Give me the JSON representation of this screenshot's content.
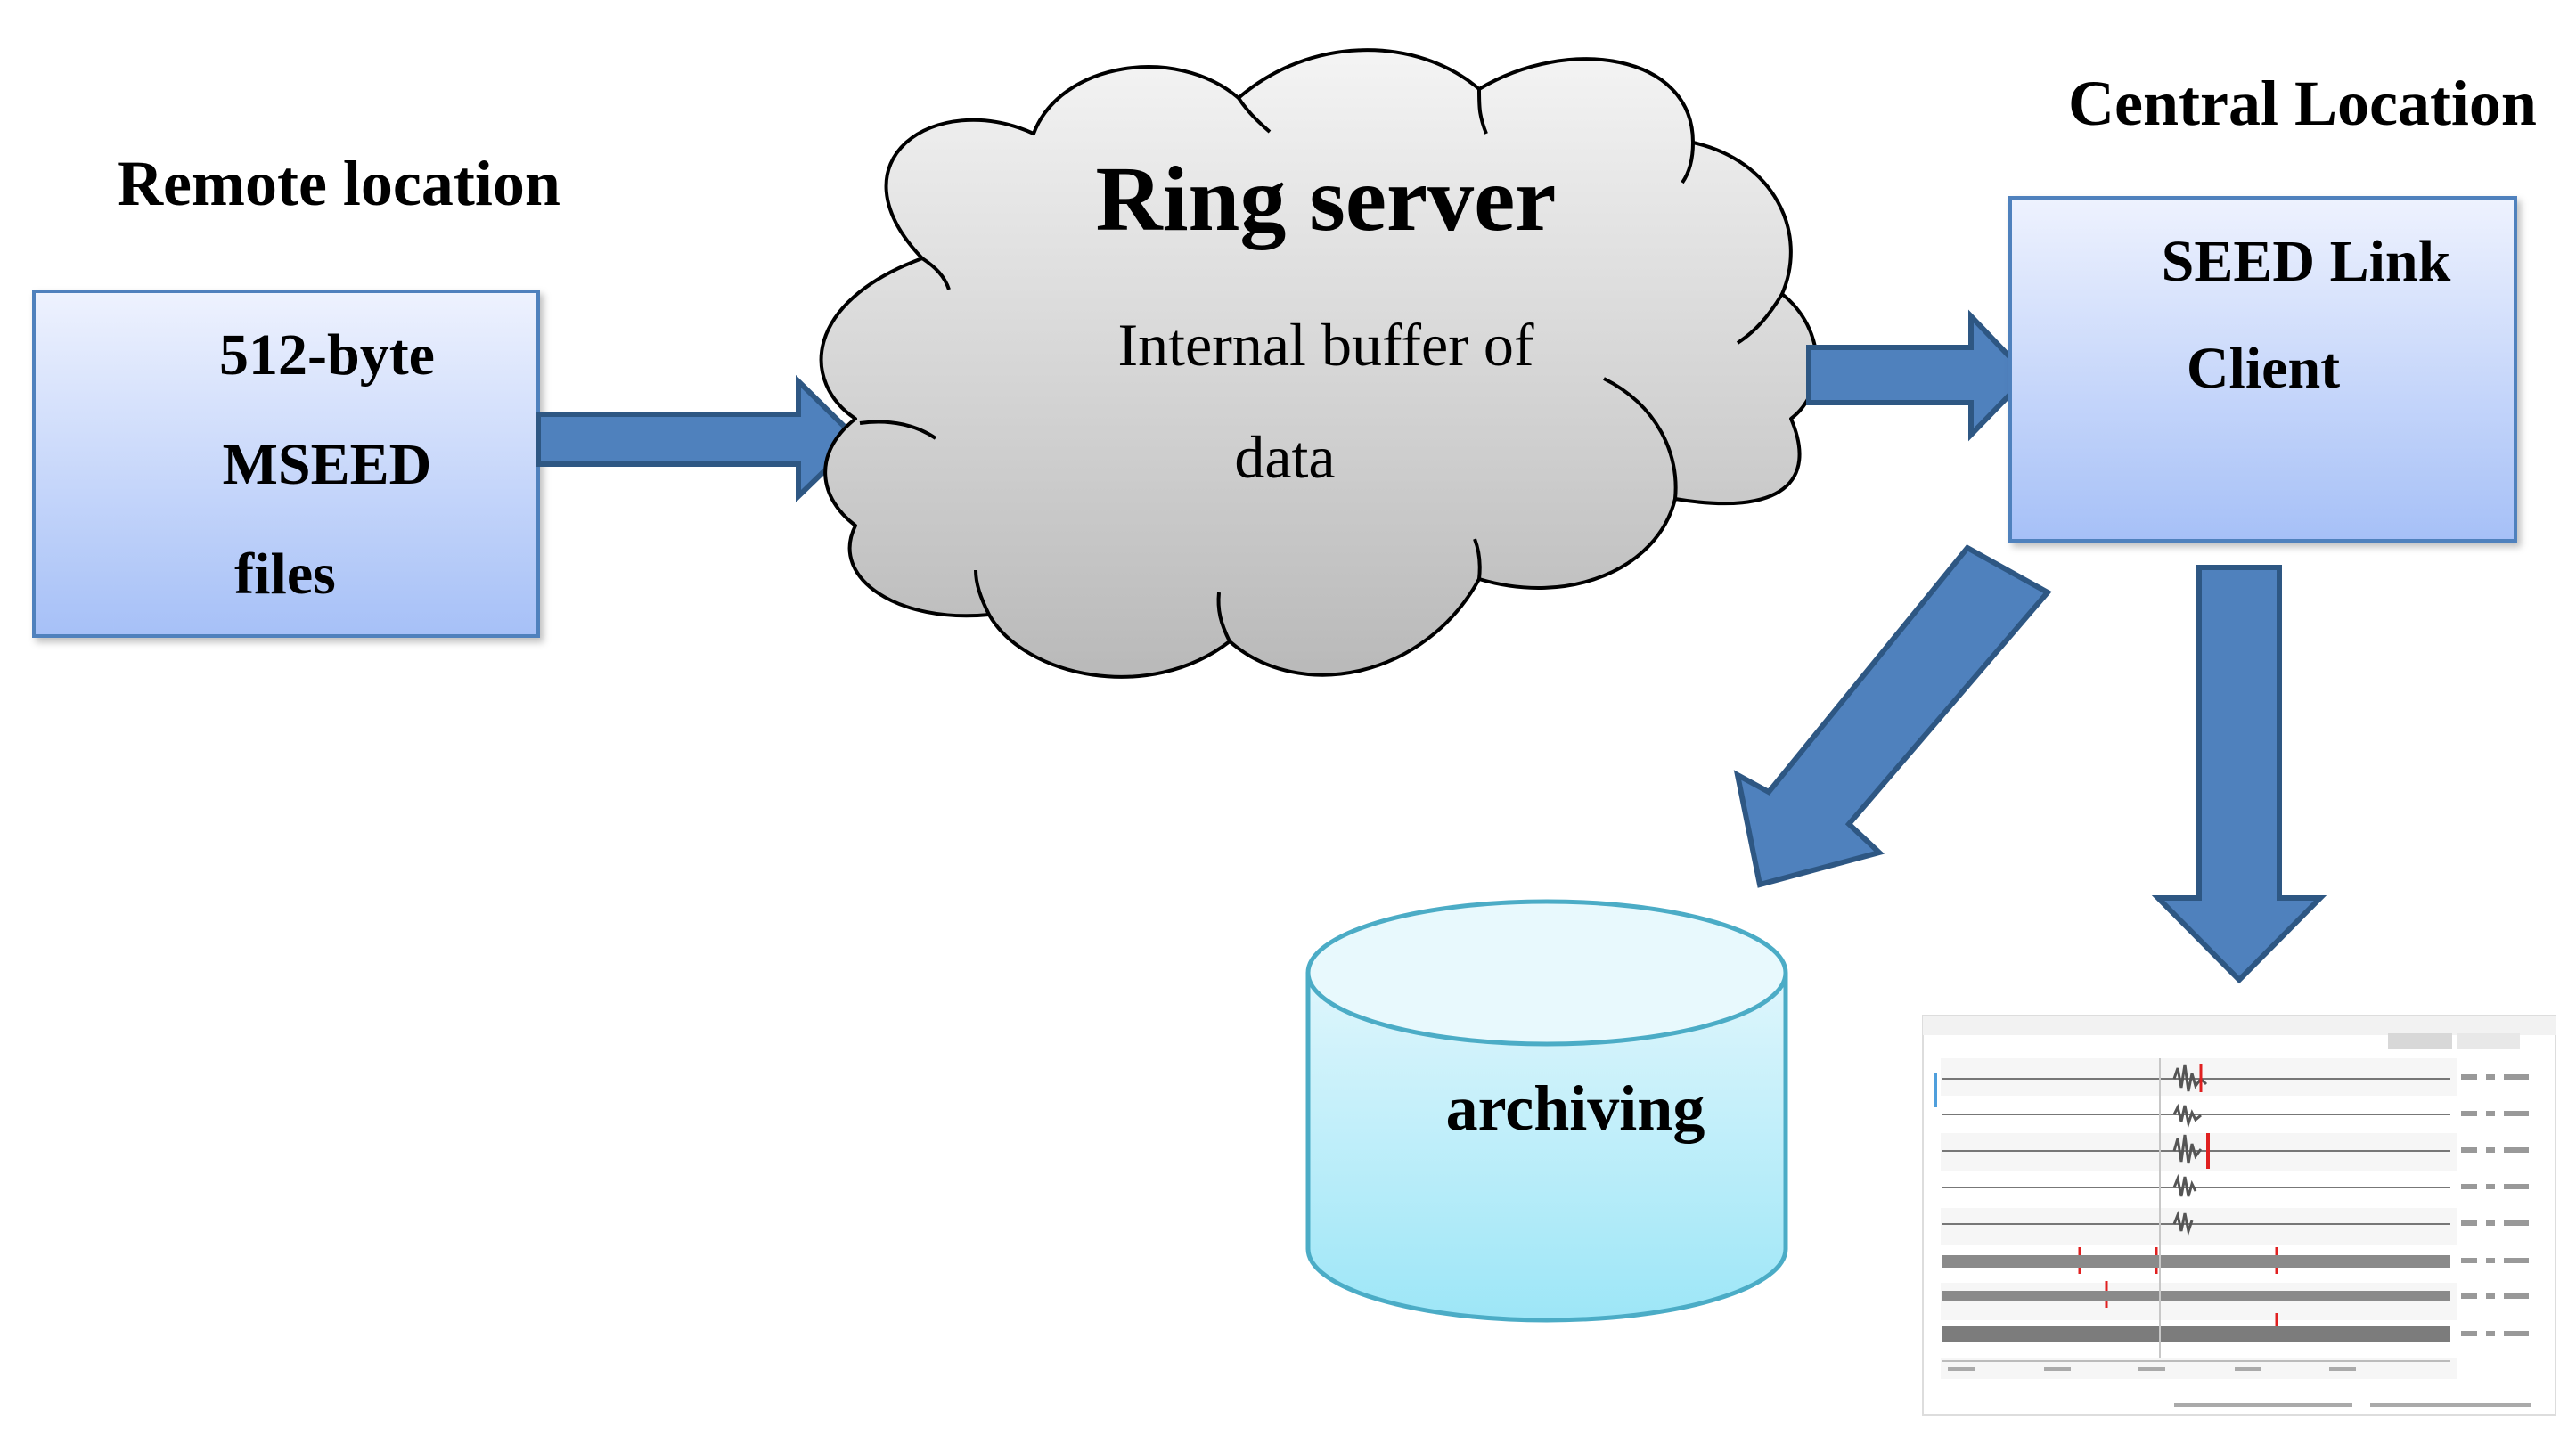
{
  "remote": {
    "heading": "Remote location",
    "box_lines": [
      "512-byte",
      "MSEED",
      "files"
    ]
  },
  "ring": {
    "title": "Ring server",
    "lines": [
      "Internal buffer of",
      "data"
    ]
  },
  "central": {
    "heading": "Central Location",
    "box_lines": [
      "SEED Link",
      "Client"
    ]
  },
  "archive": {
    "label": "archiving"
  },
  "colors": {
    "arrow_fill": "#4f81bd",
    "arrow_stroke": "#2e5783",
    "box_stroke": "#4f81bd",
    "box_top": "#eef2fe",
    "box_bottom": "#a6c0f7",
    "cloud_top": "#f4f4f4",
    "cloud_bottom": "#b9b9b9",
    "cylinder_top": "#dff6fc",
    "cylinder_bottom": "#9de6f7",
    "cylinder_stroke": "#4bacc6",
    "trace_gray": "#555555",
    "trace_pick": "#e02020"
  }
}
